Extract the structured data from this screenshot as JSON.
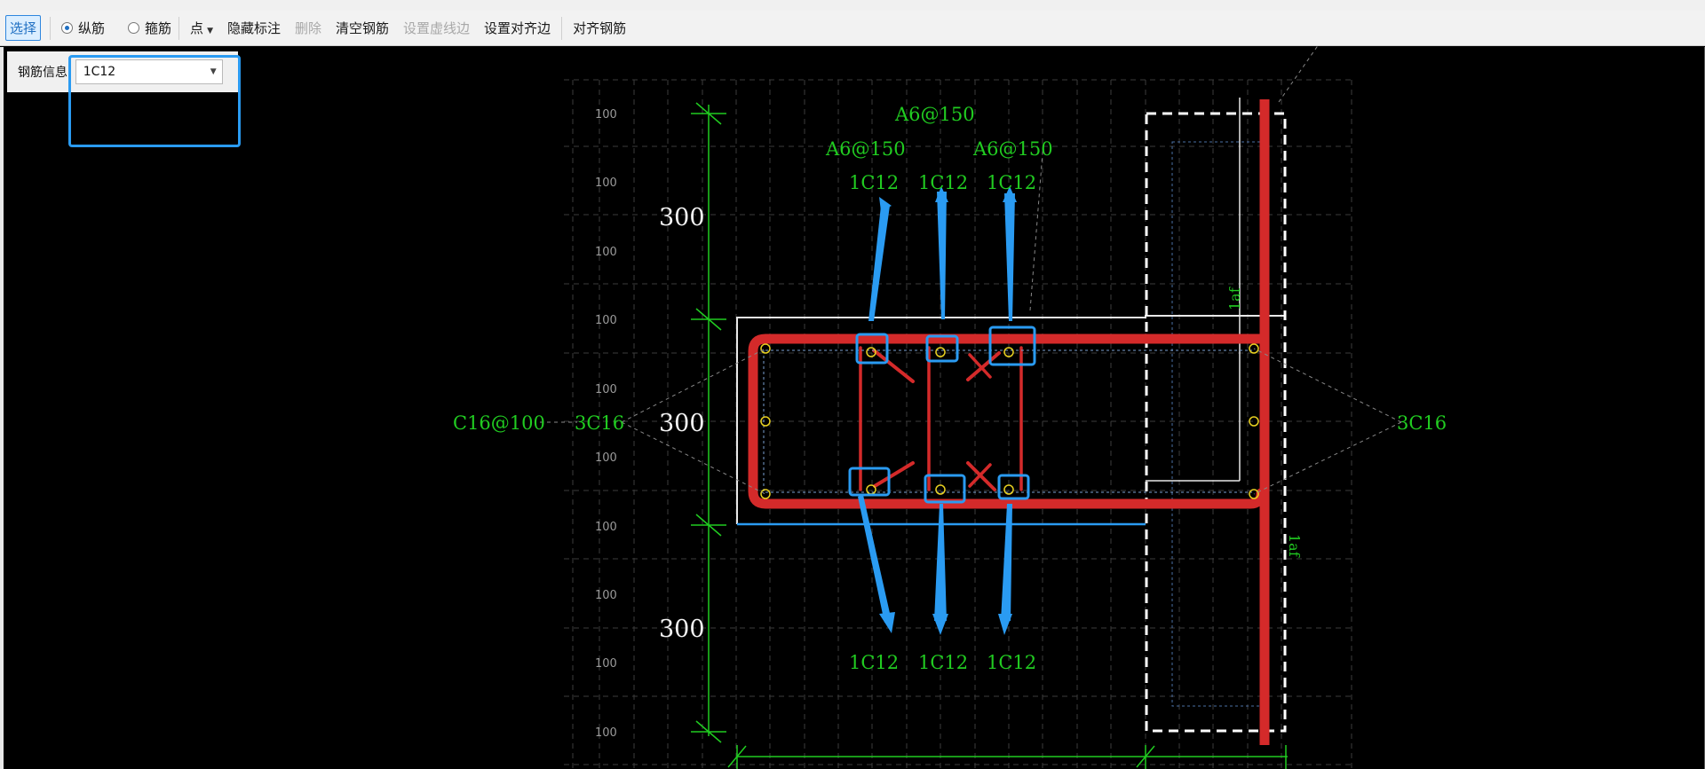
{
  "toolbar": {
    "select_label": "选择",
    "longitudinal_label": "纵筋",
    "stirrup_label": "箍筋",
    "point_label": "点",
    "hide_labels_label": "隐藏标注",
    "delete_label": "删除",
    "clear_rebar_label": "清空钢筋",
    "set_dashed_edge_label": "设置虚线边",
    "set_align_edge_label": "设置对齐边",
    "align_rebar_label": "对齐钢筋",
    "selected_mode": "纵筋"
  },
  "rebar_info": {
    "label": "钢筋信息:",
    "value": "1C12"
  },
  "drawing": {
    "grid_labels": [
      "100",
      "100",
      "100",
      "100",
      "100",
      "100",
      "100",
      "100",
      "100",
      "100"
    ],
    "dim_300_top": "300",
    "dim_300_mid": "300",
    "dim_300_bottom": "300",
    "stirrup_top": "A6@150",
    "stirrup_left": "A6@150",
    "stirrup_right": "A6@150",
    "rebar_top_1": "1C12",
    "rebar_top_2": "1C12",
    "rebar_top_3": "1C12",
    "rebar_bottom_1": "1C12",
    "rebar_bottom_2": "1C12",
    "rebar_bottom_3": "1C12",
    "left_dist": "C16@100",
    "left_bars": "3C16",
    "right_bars": "3C16",
    "laf_top": "1af",
    "laf_bottom": "1af"
  },
  "colors": {
    "rebar": "#d42a2a",
    "selection": "#2a9bf2",
    "label": "#21cc21",
    "dimension": "#21cc21"
  }
}
